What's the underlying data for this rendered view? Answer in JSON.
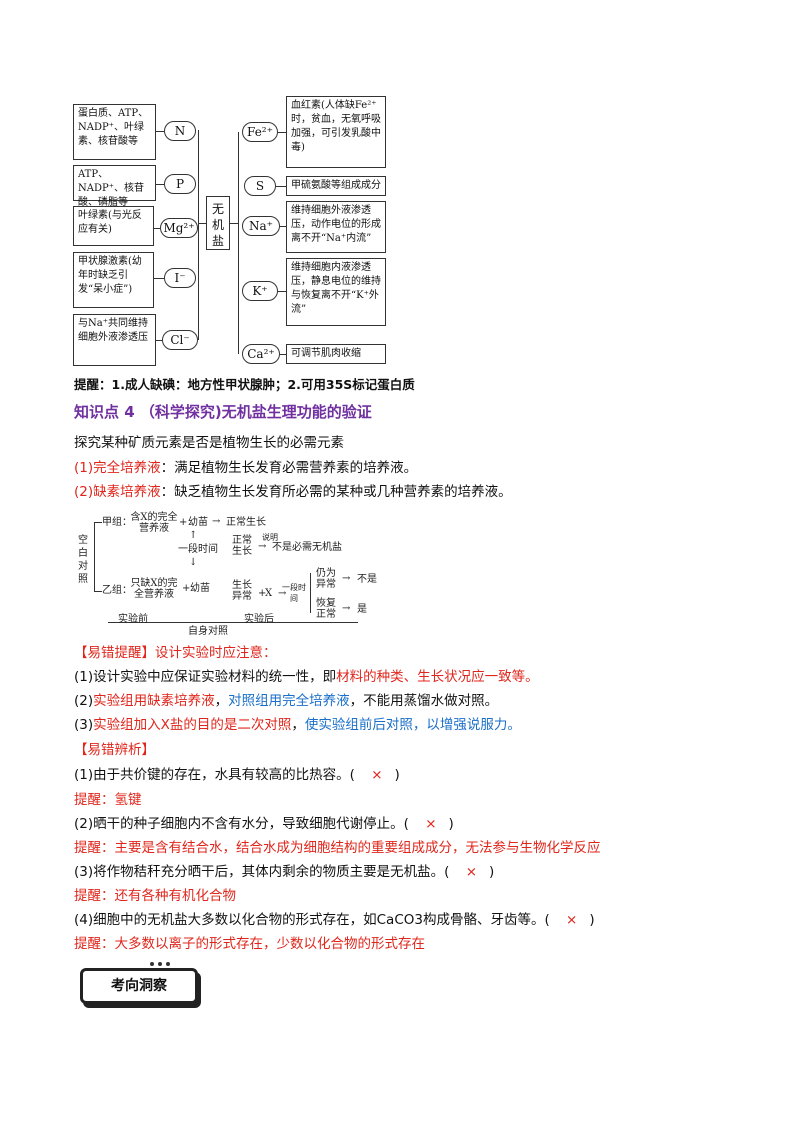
{
  "mind_map": {
    "center": "无机盐",
    "left": [
      {
        "ion": "N",
        "desc": "蛋白质、ATP、NADP⁺、叶绿素、核苷酸等"
      },
      {
        "ion": "P",
        "desc": "ATP、NADP⁺、核苷酸、磷脂等"
      },
      {
        "ion": "Mg²⁺",
        "desc": "叶绿素(与光反应有关)"
      },
      {
        "ion": "I⁻",
        "desc": "甲状腺激素(幼年时缺乏引发“呆小症”)"
      },
      {
        "ion": "Cl⁻",
        "desc": "与Na⁺共同维持细胞外液渗透压"
      }
    ],
    "right": [
      {
        "ion": "Fe²⁺",
        "desc": "血红素(人体缺Fe²⁺时，贫血，无氧呼吸加强，可引发乳酸中毒)"
      },
      {
        "ion": "S",
        "desc": "甲硫氨酸等组成成分"
      },
      {
        "ion": "Na⁺",
        "desc": "维持细胞外液渗透压，动作电位的形成离不开“Na⁺内流”"
      },
      {
        "ion": "K⁺",
        "desc": "维持细胞内液渗透压，静息电位的维持与恢复离不开“K⁺外流”"
      },
      {
        "ion": "Ca²⁺",
        "desc": "可调节肌肉收缩"
      }
    ]
  },
  "reminder": "提醒：1.成人缺碘：地方性甲状腺肿；2.可用35S标记蛋白质",
  "section_title": "知识点 4 （科学探究)无机盐生理功能的验证",
  "intro": "探究某种矿质元素是否是植物生长的必需元素",
  "def1": {
    "term": "(1)完全培养液",
    "rest": "：满足植物生长发育必需营养素的培养液。"
  },
  "def2": {
    "term": "(2)缺素培养液",
    "rest": "：缺乏植物生长发育所必需的某种或几种营养素的培养液。"
  },
  "diagram": {
    "side_label": "空白对照",
    "group_a": "甲组：",
    "a_medium": "含X的完全营养液",
    "seedling": "幼苗",
    "a_result": "正常生长",
    "period": "一段时间",
    "normal": "正常生长",
    "explain": "说明",
    "a_conclusion": "不是必需无机盐",
    "group_b": "乙组：",
    "b_medium": "只缺X的完全营养液",
    "abnormal": "生长异常",
    "add_x": "X",
    "period2": "一段时间",
    "still_abnormal": "仍为异常",
    "recovered": "恢复正常",
    "b_conclusion_1": "不是",
    "b_conclusion_2": "是",
    "before": "实验前",
    "after": "实验后",
    "self_control": "自身对照",
    "plus": "+"
  },
  "error_tip_title": "【易错提醒】设计实验时应注意：",
  "tip1": {
    "a": "(1)设计实验中应保证实验材料的统一性，即",
    "b": "材料的种类、生长状况应一致等。"
  },
  "tip2": {
    "a": "(2)",
    "b": "实验组用缺素培养液",
    "c": "，",
    "d": "对照组用完全培养液",
    "e": "，不能用蒸馏水做对照。"
  },
  "tip3": {
    "a": "(3)",
    "b": "实验组加入X盐的目的是二次对照",
    "c": "，",
    "d": "使实验组前后对照，以增强说服力。"
  },
  "analysis_title": "【易错辨析】",
  "items": [
    {
      "q": "(1)由于共价键的存在，水具有较高的比热容。(",
      "mark": "×",
      "tail": ")",
      "hint": "提醒：氢键"
    },
    {
      "q": "(2)晒干的种子细胞内不含有水分，导致细胞代谢停止。(",
      "mark": "×",
      "tail": ")",
      "hint": "提醒：主要是含有结合水，结合水成为细胞结构的重要组成成分，无法参与生物化学反应"
    },
    {
      "q": "(3)将作物秸秆充分晒干后，其体内剩余的物质主要是无机盐。(",
      "mark": "×",
      "tail": ")",
      "hint": "提醒：还有各种有机化合物"
    },
    {
      "q": "(4)细胞中的无机盐大多数以化合物的形式存在，如CaCO3构成骨骼、牙齿等。(",
      "mark": "×",
      "tail": ")",
      "hint": "提醒：大多数以离子的形式存在，少数以化合物的形式存在"
    }
  ],
  "badge": "考向洞察"
}
